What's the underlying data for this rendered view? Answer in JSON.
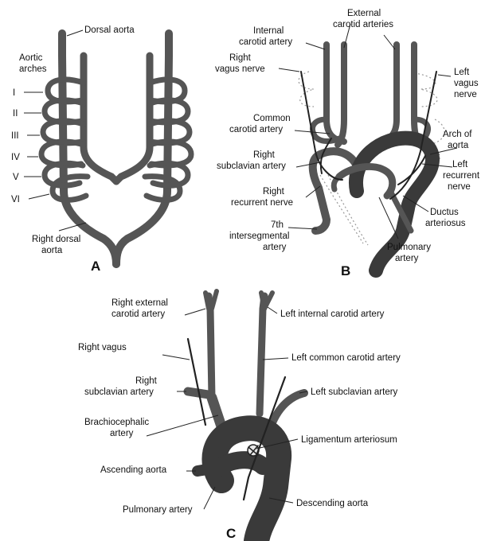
{
  "panels": {
    "A": {
      "letter": "A",
      "labels": {
        "dorsal_aorta": "Dorsal aorta",
        "aortic_arches_1": "Aortic",
        "aortic_arches_2": "arches",
        "arch_I": "I",
        "arch_II": "II",
        "arch_III": "III",
        "arch_IV": "IV",
        "arch_V": "V",
        "arch_VI": "VI",
        "right_dorsal_aorta_1": "Right dorsal",
        "right_dorsal_aorta_2": "aorta"
      }
    },
    "B": {
      "letter": "B",
      "labels": {
        "internal_carotid_1": "Internal",
        "internal_carotid_2": "carotid artery",
        "external_carotid_1": "External",
        "external_carotid_2": "carotid arteries",
        "right_vagus_1": "Right",
        "right_vagus_2": "vagus nerve",
        "left_vagus_1": "Left",
        "left_vagus_2": "vagus",
        "left_vagus_3": "nerve",
        "common_carotid_1": "Common",
        "common_carotid_2": "carotid artery",
        "arch_of_aorta_1": "Arch of",
        "arch_of_aorta_2": "aorta",
        "right_subclavian_1": "Right",
        "right_subclavian_2": "subclavian artery",
        "left_recurrent_1": "Left",
        "left_recurrent_2": "recurrent",
        "left_recurrent_3": "nerve",
        "right_recurrent_1": "Right",
        "right_recurrent_2": "recurrent nerve",
        "ductus_1": "Ductus",
        "ductus_2": "arteriosus",
        "seventh_1": "7th",
        "seventh_2": "intersegmental",
        "seventh_3": "artery",
        "pulmonary_1": "Pulmonary",
        "pulmonary_2": "artery"
      }
    },
    "C": {
      "letter": "C",
      "labels": {
        "right_external_carotid_1": "Right external",
        "right_external_carotid_2": "carotid artery",
        "left_internal_carotid": "Left internal carotid artery",
        "right_vagus": "Right vagus",
        "left_common_carotid": "Left common carotid artery",
        "right_subclavian_1": "Right",
        "right_subclavian_2": "subclavian artery",
        "left_subclavian": "Left subclavian artery",
        "brachiocephalic_1": "Brachiocephalic",
        "brachiocephalic_2": "artery",
        "ligamentum": "Ligamentum arteriosum",
        "ascending_aorta": "Ascending aorta",
        "descending_aorta": "Descending aorta",
        "pulmonary_artery": "Pulmonary artery"
      }
    }
  }
}
